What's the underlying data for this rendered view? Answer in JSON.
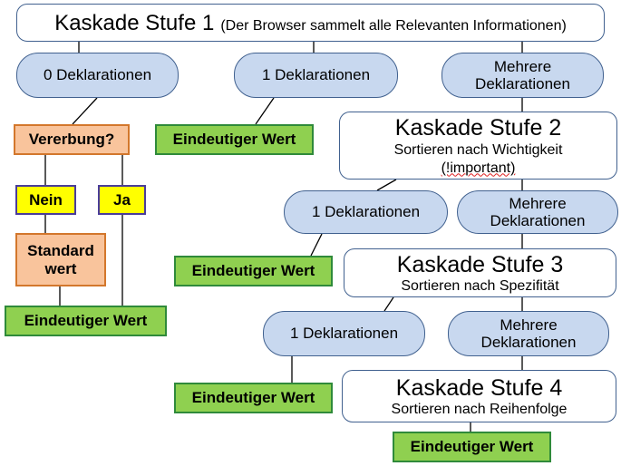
{
  "stage1": {
    "title": "Kaskade Stufe 1",
    "subtitle": "(Der Browser sammelt alle Relevanten Informationen)"
  },
  "level1": {
    "zero": "0 Deklarationen",
    "one": "1 Deklarationen",
    "many": "Mehrere Deklarationen"
  },
  "inheritance": {
    "question": "Vererbung?",
    "no": "Nein",
    "yes": "Ja",
    "default": "Standard wert"
  },
  "stage2": {
    "title": "Kaskade Stufe 2",
    "subtitle": "Sortieren nach Wichtigkeit",
    "note": "(!important)"
  },
  "level2": {
    "one": "1 Deklarationen",
    "many": "Mehrere Deklarationen"
  },
  "stage3": {
    "title": "Kaskade Stufe 3",
    "subtitle": "Sortieren nach Spezifität"
  },
  "level3": {
    "one": "1 Deklarationen",
    "many": "Mehrere Deklarationen"
  },
  "stage4": {
    "title": "Kaskade Stufe 4",
    "subtitle": "Sortieren nach Reihenfolge"
  },
  "results": {
    "inheritance": "Eindeutiger Wert",
    "level1": "Eindeutiger Wert",
    "level2": "Eindeutiger Wert",
    "level3": "Eindeutiger Wert",
    "final": "Eindeutiger Wert"
  },
  "colors": {
    "stage_border": "#41618f",
    "oval_fill": "#c8d8ef",
    "result_fill": "#8fd050",
    "result_border": "#2f8a3a",
    "inherit_fill": "#f9c49c",
    "inherit_border": "#d3772c",
    "choice_fill": "#ffff00",
    "choice_border": "#4a3c9a",
    "annotation_underline": "#e02020"
  }
}
